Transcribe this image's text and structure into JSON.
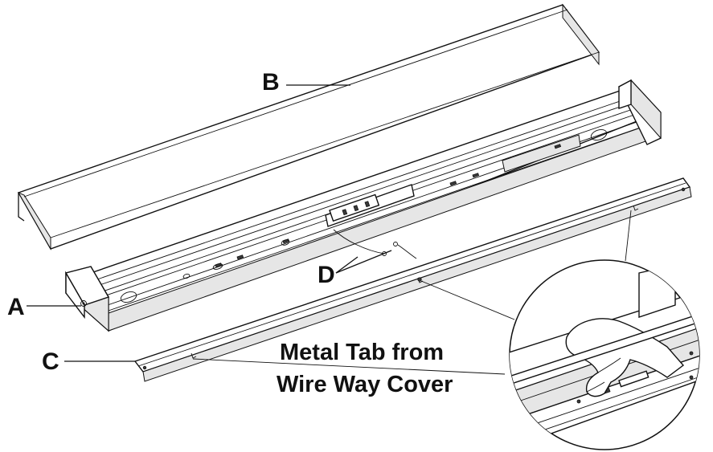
{
  "labels": {
    "a": "A",
    "b": "B",
    "c": "C",
    "d": "D"
  },
  "callout": {
    "line1": "Metal Tab from",
    "line2": "Wire Way Cover"
  }
}
